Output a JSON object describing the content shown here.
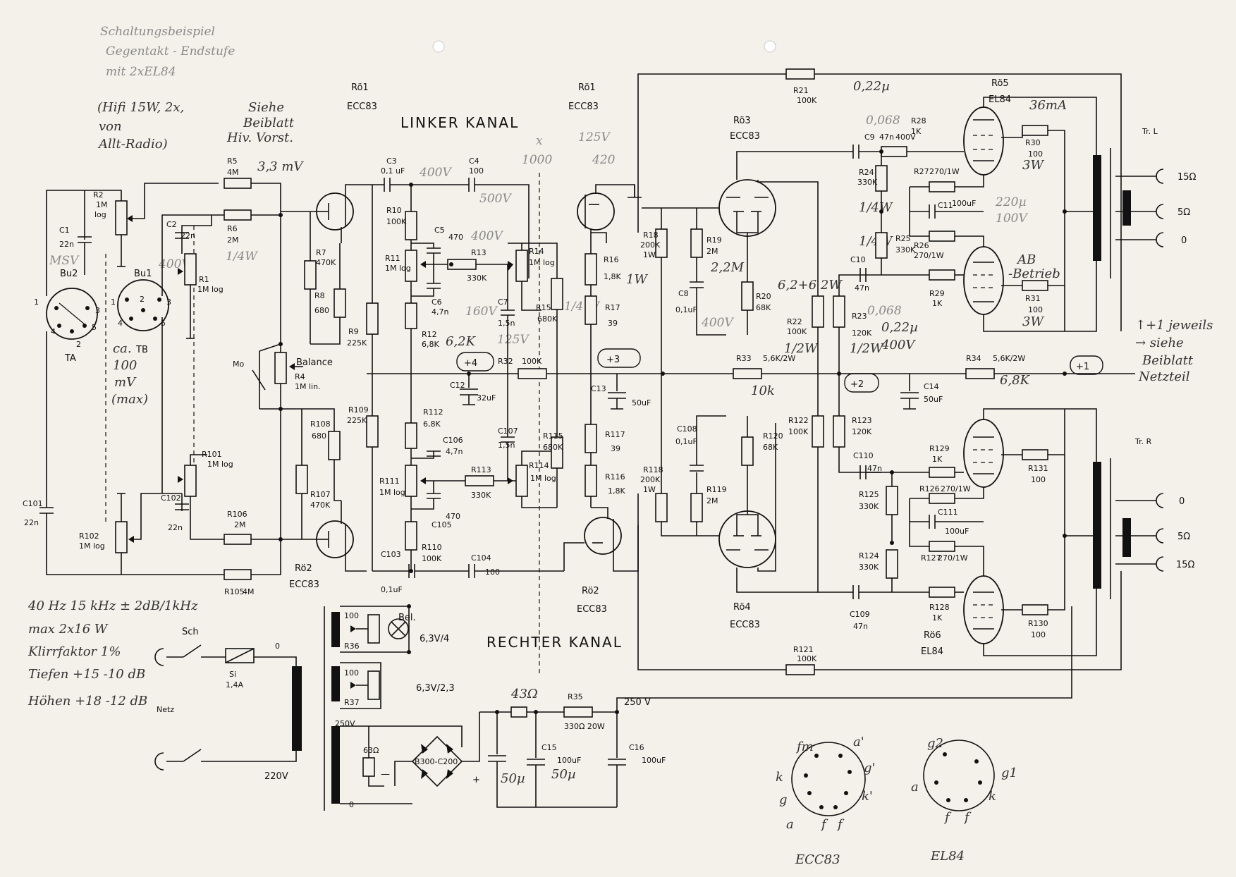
{
  "handwritten_notes": {
    "top_left": [
      "Schaltungsbeispiel",
      "Gegentakt - Endstufe",
      "mit 2xEL84"
    ],
    "hifi_note": [
      "(Hifi 15W, 2x,",
      "von",
      "Allt-Radio)"
    ],
    "siehe_beiblatt": [
      "Siehe",
      "Beiblatt",
      "Hiv. Vorst."
    ],
    "voltage_33": "3,3 mV",
    "input_note": [
      "ca.",
      "100",
      "mV",
      "(max)"
    ],
    "specs": [
      "40 Hz  15 kHz ± 2dB/1kHz",
      "max 2x16 W",
      "Klirrfaktor 1%",
      "Tiefen +15 -10 dB",
      "Höhen +18 -12 dB"
    ],
    "right_note": [
      "↑+1 jeweils",
      "→ siehe",
      "Beiblatt",
      "Netzteil"
    ],
    "ab_betrieb": [
      "AB",
      "-Betrieb"
    ],
    "r34_value": "6,8K",
    "r33_value": "10k",
    "c9_note": [
      "0,22µ",
      "0,068"
    ],
    "c23_note": [
      "0,068",
      "0,22µ",
      "400V"
    ],
    "c11_note": [
      "220µ",
      "100V"
    ],
    "r30_note": [
      "36mA",
      "3W"
    ],
    "r31_note": "3W",
    "r20_note": "6,2+6 2W",
    "c15_note": "50µ",
    "cap_note": [
      "x",
      "1000",
      "420",
      "125V"
    ],
    "c15_hand": "50µ",
    "c6_note": "160V",
    "c7_note": "125V",
    "c5_note": "400V",
    "c8_note": "400V",
    "c4_note": "500V",
    "c3_note": "400V",
    "c1_note": "MSV",
    "c2_note": "400V",
    "r6_note": "1/4W",
    "r15_note": "1/4 W",
    "r12_note": "6,2K",
    "r19_note": "2,2M",
    "r24_note": "1/4W",
    "r25_note": "1/4W",
    "r16_note": "1W",
    "r22_note": "1/2W",
    "r23_note": "1/2W"
  },
  "title_left": "LINKER KANAL",
  "title_right": "RECHTER KANAL",
  "tubes": {
    "ro1": {
      "name": "Rö1",
      "type": "ECC83",
      "name2": "Rö1",
      "type2": "ECC83"
    },
    "ro2": {
      "name": "Rö2",
      "type": "ECC83",
      "name2": "Rö2",
      "type2": "ECC83"
    },
    "ro3": {
      "name": "Rö3",
      "type": "ECC83"
    },
    "ro4": {
      "name": "Rö4",
      "type": "ECC83"
    },
    "ro5": {
      "name": "Rö5",
      "type": "EL84"
    },
    "ro6": {
      "name": "Rö6",
      "type": "EL84"
    }
  },
  "connectors": {
    "bu2": "Bu2",
    "bu1": "Bu1",
    "ta": "TA",
    "tb": "TB",
    "pins_bu2": [
      "1",
      "3",
      "5",
      "4",
      "2"
    ],
    "pins_bu1": [
      "1",
      "3",
      "2",
      "4",
      "5"
    ]
  },
  "components": {
    "r2": [
      "R2",
      "1M",
      "log"
    ],
    "c1": [
      "C1",
      "22n"
    ],
    "c101": [
      "C101",
      "22n"
    ],
    "r5": [
      "R5",
      "4M"
    ],
    "r6": [
      "R6",
      "2M"
    ],
    "c2": [
      "C2",
      "22n"
    ],
    "r1": [
      "R1",
      "1M log"
    ],
    "r7": [
      "R7",
      "470K"
    ],
    "r8": [
      "R8",
      "680"
    ],
    "r9": [
      "R9",
      "225K"
    ],
    "c3": [
      "C3",
      "0,1 uF"
    ],
    "c4": [
      "C4",
      "100"
    ],
    "r10": [
      "R10",
      "100K"
    ],
    "c5": [
      "C5",
      "470"
    ],
    "r11": [
      "R11",
      "1M log"
    ],
    "r13": [
      "R13",
      "330K"
    ],
    "r14": [
      "R14",
      "1M log"
    ],
    "c6": [
      "C6",
      "4,7n"
    ],
    "r12": [
      "R12",
      "6,8K"
    ],
    "c7": [
      "C7",
      "1,5n"
    ],
    "r15": [
      "R15",
      "680K"
    ],
    "r16": [
      "R16",
      "1,8K"
    ],
    "r17": [
      "R17",
      "39"
    ],
    "r18": [
      "R18",
      "200K",
      "1W"
    ],
    "r19": [
      "R19",
      "2M"
    ],
    "c8": [
      "C8",
      "0,1uF"
    ],
    "r20": [
      "R20",
      "68K"
    ],
    "r21": [
      "R21",
      "100K"
    ],
    "r22": [
      "R22",
      "100K"
    ],
    "r23": [
      "R23",
      "120K"
    ],
    "c9": [
      "C9",
      "47n",
      "400V"
    ],
    "r28": [
      "R28",
      "1K"
    ],
    "r24": [
      "R24",
      "330K"
    ],
    "r27": [
      "R27",
      "270/1W"
    ],
    "c11": [
      "C11",
      "100uF"
    ],
    "r26": [
      "R26",
      "270/1W"
    ],
    "r25": [
      "R25",
      "330K"
    ],
    "c10": [
      "C10",
      "47n"
    ],
    "r29": [
      "R29",
      "1K"
    ],
    "r30": [
      "R30",
      "100"
    ],
    "r31": [
      "R31",
      "100"
    ],
    "r32": [
      "R32",
      "100K"
    ],
    "c12": [
      "C12",
      "32uF"
    ],
    "r33": [
      "R33",
      "5,6K/2W"
    ],
    "c13": [
      "C13",
      "50uF"
    ],
    "r34": [
      "R34",
      "5,6K/2W"
    ],
    "c14": [
      "C14",
      "50uF"
    ],
    "balance": [
      "Balance",
      "R4",
      "1M lin."
    ],
    "mo": "Mo",
    "r101": [
      "R101",
      "1M log"
    ],
    "c102": [
      "C102",
      "22n"
    ],
    "r102": [
      "R102",
      "1M log"
    ],
    "r106": [
      "R106",
      "2M"
    ],
    "r105": [
      "R105",
      "4M"
    ],
    "r108": [
      "R108",
      "680"
    ],
    "r107": [
      "R107",
      "470K"
    ],
    "r109": [
      "R109",
      "225K"
    ],
    "r112": [
      "R112",
      "6,8K"
    ],
    "c106": [
      "C106",
      "4,7n"
    ],
    "r111": [
      "R111",
      "1M log"
    ],
    "r113": [
      "R113",
      "330K"
    ],
    "r114": [
      "R114",
      "1M log"
    ],
    "c105": [
      "C105",
      "470"
    ],
    "r110": [
      "R110",
      "100K"
    ],
    "c107": [
      "C107",
      "1,5n"
    ],
    "r115": [
      "R115",
      "680K"
    ],
    "c103": [
      "C103",
      "0,1uF"
    ],
    "c104": [
      "C104",
      "100"
    ],
    "r117": [
      "R117",
      "39"
    ],
    "r116": [
      "R116",
      "1,8K"
    ],
    "r118": [
      "R118",
      "200K",
      "1W"
    ],
    "c108": [
      "C108",
      "0,1uF"
    ],
    "r119": [
      "R119",
      "2M"
    ],
    "r120": [
      "R120",
      "68K"
    ],
    "r122": [
      "R122",
      "100K"
    ],
    "r123": [
      "R123",
      "120K"
    ],
    "c110": [
      "C110",
      "47n"
    ],
    "r129": [
      "R129",
      "1K"
    ],
    "r125": [
      "R125",
      "330K"
    ],
    "r126": [
      "R126",
      "270/1W"
    ],
    "c111": [
      "C111",
      "100uF"
    ],
    "r127": [
      "R127",
      "270/1W"
    ],
    "r124": [
      "R124",
      "330K"
    ],
    "c109": [
      "C109",
      "47n"
    ],
    "r128": [
      "R128",
      "1K"
    ],
    "r131": [
      "R131",
      "100"
    ],
    "r130": [
      "R130",
      "100"
    ],
    "r121": [
      "R121",
      "100K"
    ],
    "trl": "Tr. L",
    "trr": "Tr. R",
    "out_l": [
      "15Ω",
      "5Ω",
      "0"
    ],
    "out_r": [
      "0",
      "5Ω",
      "15Ω"
    ],
    "r36": [
      "R36",
      "100"
    ],
    "r37": [
      "R37",
      "100"
    ],
    "bel": "Bel.",
    "v63_4": "6,3V/4",
    "v63_23": "6,3V/2,3",
    "sch": "Sch",
    "si": [
      "Si",
      "1,4A"
    ],
    "netz": "Netz",
    "v220": "220V",
    "zero1": "0",
    "zero2": "0",
    "v250a": "250V",
    "v250b": "250 V",
    "rect": "B300-C200",
    "fuse63": "63Ω",
    "r35": [
      "R35",
      "330Ω 20W"
    ],
    "c15": [
      "C15",
      "100uF"
    ],
    "c16": [
      "C16",
      "100uF"
    ],
    "res43": "43Ω",
    "plus": "+",
    "minus": "—"
  },
  "nodes": {
    "n1": "+1",
    "n2": "+2",
    "n3": "+3",
    "n4": "+4"
  },
  "pinouts": {
    "ecc83": {
      "label": "ECC83",
      "pins": [
        "fm",
        "a'",
        "g'",
        "k'",
        "f",
        "f",
        "a",
        "g",
        "k"
      ]
    },
    "el84": {
      "label": "EL84",
      "pins": [
        "g2",
        "g1",
        "k",
        "f",
        "f",
        "a"
      ]
    }
  }
}
